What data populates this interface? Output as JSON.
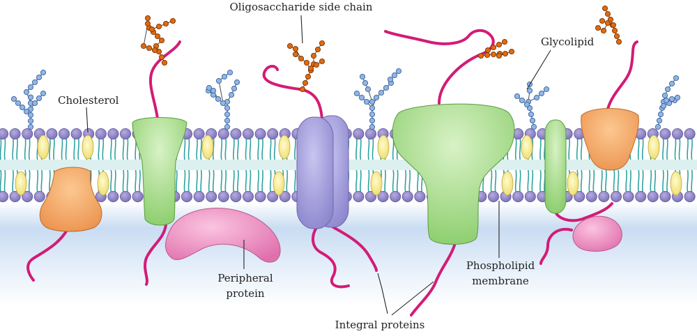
{
  "labels": {
    "oligosaccharide": "Oligosaccharide side chain",
    "glycolipid": "Glycolipid",
    "cholesterol": "Cholesterol",
    "peripheral_line1": "Peripheral",
    "peripheral_line2": "protein",
    "phospholipid_line1": "Phospholipid",
    "phospholipid_line2": "membrane",
    "integral": "Integral proteins"
  },
  "colors": {
    "head_group": "#8b7fc2",
    "lipid_tail": "#2ea3a0",
    "cholesterol": "#f7ea8e",
    "polypeptide_chain": "#d31b77",
    "sugar_blue": "#8fb6e6",
    "sugar_orange": "#e06a10",
    "green_protein": "#a6d98a",
    "orange_protein": "#f3a766",
    "purple_protein": "#a9a4dd",
    "pink_protein": "#f08cc0",
    "cytoplasm_blue": "#bfd6f0"
  }
}
